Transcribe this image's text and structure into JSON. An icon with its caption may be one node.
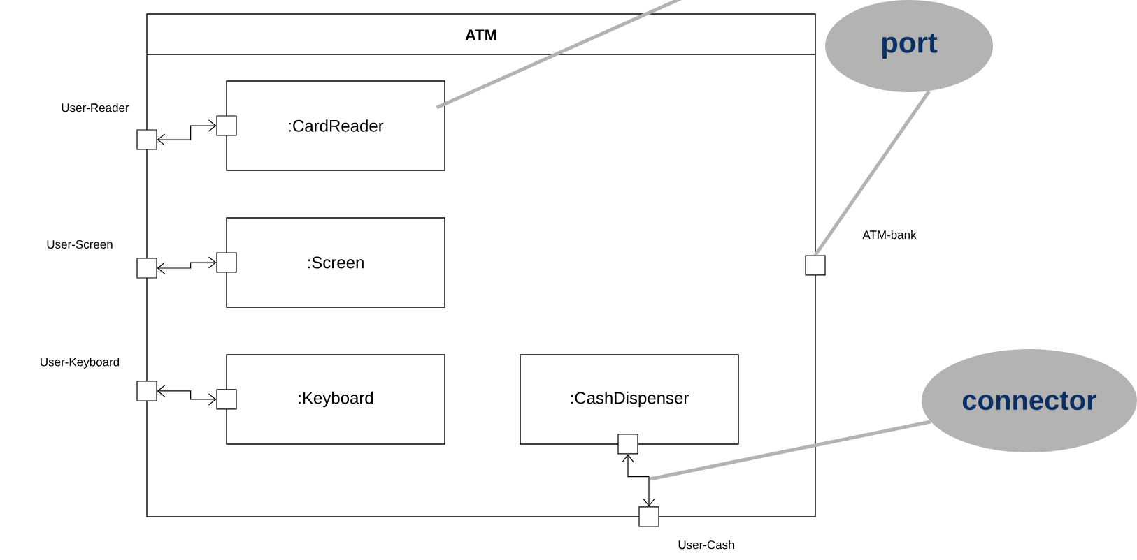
{
  "diagram": {
    "nodes": [
      {
        "text": [
          "ATM"
        ]
      },
      {
        "text": [
          ":CardReader"
        ],
        "in": 0
      },
      {
        "text": [
          ":Screen"
        ],
        "in": 0
      },
      {
        "text": [
          ":Keyboard"
        ],
        "in": 0
      },
      {
        "text": [
          ":CashDispenser"
        ],
        "in": 0
      },
      {
        "text": [],
        "shape": "box",
        "beside": [
          "User-Reader"
        ]
      },
      {
        "text": [],
        "shape": "box",
        "in": 0
      },
      {
        "text": [],
        "shape": "box",
        "beside": [
          "User-Screen"
        ]
      },
      {
        "text": [],
        "shape": "box",
        "in": 0
      },
      {
        "text": [],
        "shape": "box",
        "beside": [
          "User-Keyboard"
        ]
      },
      {
        "text": [],
        "shape": "box",
        "in": 0
      },
      {
        "text": [],
        "shape": "box",
        "beside": [
          "ATM-bank"
        ]
      },
      {
        "text": [],
        "shape": "box",
        "in": 0
      },
      {
        "text": [],
        "shape": "box",
        "beside": [
          "User-Cash"
        ]
      },
      {
        "text": [
          "port"
        ]
      },
      {
        "text": [
          "connector"
        ]
      }
    ],
    "edges": [
      {
        "from": 5,
        "to": 6,
        "arrow": "both"
      },
      {
        "from": 7,
        "to": 8,
        "arrow": "both"
      },
      {
        "from": 9,
        "to": 10,
        "arrow": "both"
      },
      {
        "from": 12,
        "to": 13,
        "arrow": "both"
      },
      {
        "from": null,
        "to": 1,
        "arrow": "none",
        "style": "thick",
        "color": "#b3b3b3"
      },
      {
        "from": 14,
        "to": 11,
        "arrow": "none",
        "style": "thick",
        "color": "#b3b3b3"
      },
      {
        "from": 15,
        "to": null,
        "arrow": "none",
        "style": "thick",
        "color": "#b3b3b3"
      }
    ]
  }
}
